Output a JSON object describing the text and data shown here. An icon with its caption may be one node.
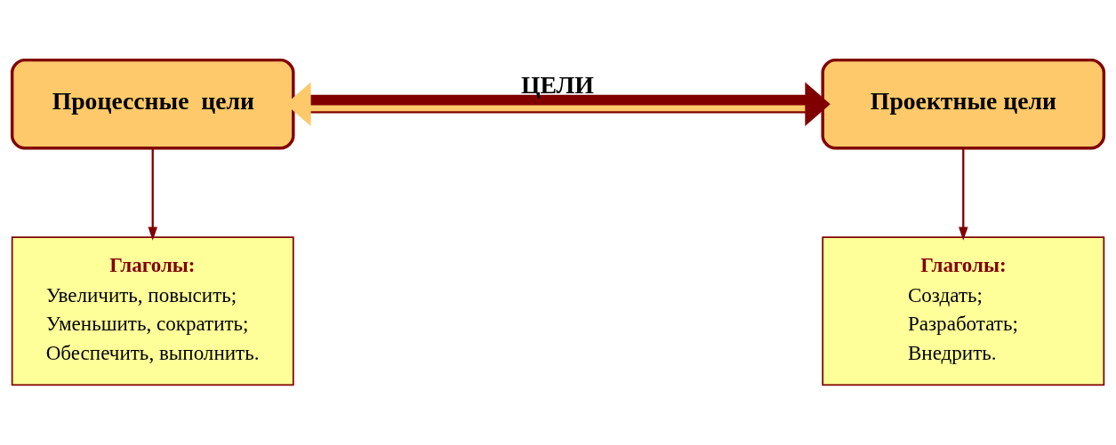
{
  "diagram": {
    "nodes": [
      {
        "text": [
          "Процессные  цели"
        ]
      },
      {
        "text": [
          "Проектные цели"
        ]
      },
      {
        "text": [
          "Глаголы:",
          "Увеличить, повысить;",
          "Уменьшить, сократить;",
          "Обеспечить, выполнить."
        ]
      },
      {
        "text": [
          "Глаголы:",
          "Создать;",
          "Разработать;",
          "Внедрить."
        ]
      }
    ],
    "edges": [
      {
        "from": 0,
        "to": 1,
        "arrow": "both",
        "label": "ЦЕЛИ",
        "style": "thick"
      },
      {
        "from": 0,
        "to": 2,
        "arrow": "to"
      },
      {
        "from": 1,
        "to": 3,
        "arrow": "to"
      }
    ]
  }
}
